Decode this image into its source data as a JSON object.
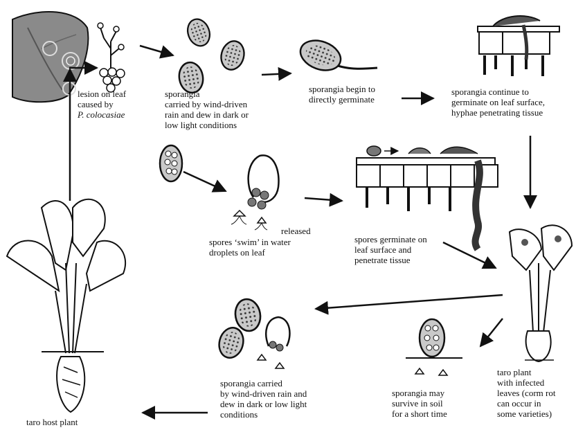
{
  "labels": {
    "lesion_line1": "lesion on leaf",
    "lesion_line2": "caused by",
    "lesion_line3": "P. colocasiae",
    "sporangia_wind": "sporangia\ncarried by wind-driven\nrain and dew in dark or\nlow light conditions",
    "germinate_directly": "sporangia begin to\ndirectly germinate",
    "continue_germinate": "sporangia continue to\ngerminate on leaf surface,\nhyphae penetrating tissue",
    "released": "released",
    "spores_swim": "spores ‘swim’ in water\ndroplets on leaf",
    "spores_germinate": "spores germinate on\nleaf surface and\npenetrate tissue",
    "infected_plant": "taro plant\nwith infected\nleaves (corm rot\ncan occur in\nsome varieties)",
    "soil_survival": "sporangia may\nsurvive in soil\nfor a short time",
    "sporangia_carried": "sporangia carried\nby wind-driven rain and\ndew in dark or low light\nconditions",
    "host_plant": "taro host plant"
  }
}
